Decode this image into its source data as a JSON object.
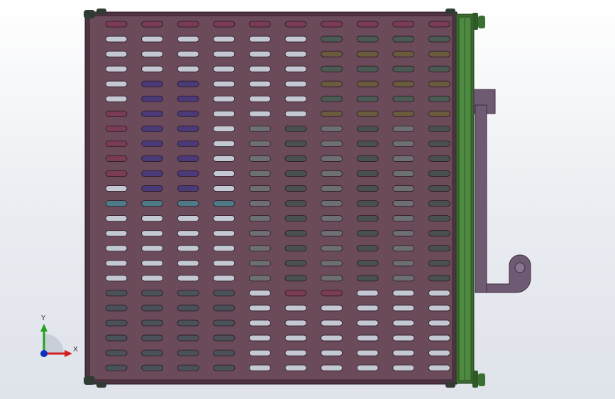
{
  "viewport": {
    "background": "#e6e9ee",
    "part_color": "#6b4a5a",
    "panel_color": "#5e3e4f",
    "rail_color": "#3c6b32",
    "bracket_color": "#6e5a72"
  },
  "grid": {
    "rows": 24,
    "cols": 10
  },
  "triad": {
    "y_label": "Y",
    "x_label": "X",
    "y_color": "#22a020",
    "x_color": "#d02020",
    "z_color": "#1030c0"
  }
}
